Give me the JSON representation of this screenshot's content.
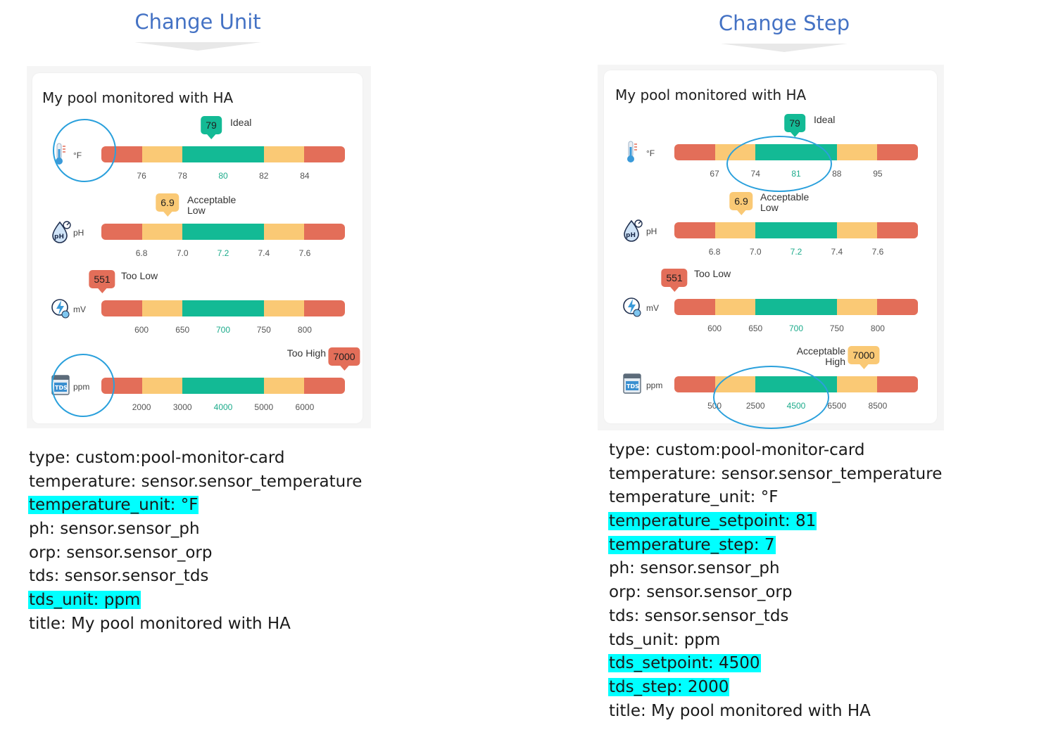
{
  "colors": {
    "red": "#e36e59",
    "yellow": "#fac975",
    "green": "#13ba95",
    "heading": "#4472c4",
    "highlight": "#00ffff",
    "ring": "#2aa0dc"
  },
  "left": {
    "heading": "Change Unit",
    "card_title": "My pool monitored with HA",
    "rows": [
      {
        "icon": "thermometer-icon",
        "unit": "°F",
        "ticks": [
          "76",
          "78",
          "80",
          "82",
          "84"
        ],
        "setpoint_index": 2,
        "badge": "79",
        "badge_color": "green",
        "state": "Ideal",
        "state_line2": ""
      },
      {
        "icon": "ph-drop-icon",
        "unit": "pH",
        "ticks": [
          "6.8",
          "7.0",
          "7.2",
          "7.4",
          "7.6"
        ],
        "setpoint_index": 2,
        "badge": "6.9",
        "badge_color": "yellow",
        "state": "Acceptable",
        "state_line2": "Low"
      },
      {
        "icon": "orp-bolt-icon",
        "unit": "mV",
        "ticks": [
          "600",
          "650",
          "700",
          "750",
          "800"
        ],
        "setpoint_index": 2,
        "badge": "551",
        "badge_color": "red",
        "state": "Too Low",
        "state_line2": ""
      },
      {
        "icon": "tds-meter-icon",
        "unit": "ppm",
        "ticks": [
          "2000",
          "3000",
          "4000",
          "5000",
          "6000"
        ],
        "setpoint_index": 2,
        "badge": "7000",
        "badge_color": "red",
        "state": "Too High",
        "state_line2": ""
      }
    ],
    "yaml": [
      {
        "text": "type: custom:pool-monitor-card",
        "highlight": false
      },
      {
        "text": "temperature: sensor.sensor_temperature",
        "highlight": false
      },
      {
        "text": "temperature_unit: °F",
        "highlight": true
      },
      {
        "text": "ph: sensor.sensor_ph",
        "highlight": false
      },
      {
        "text": "orp: sensor.sensor_orp",
        "highlight": false
      },
      {
        "text": "tds: sensor.sensor_tds",
        "highlight": false
      },
      {
        "text": "tds_unit: ppm",
        "highlight": true
      },
      {
        "text": "title: My pool monitored with HA",
        "highlight": false
      }
    ]
  },
  "right": {
    "heading": "Change Step",
    "card_title": "My pool monitored with HA",
    "rows": [
      {
        "icon": "thermometer-icon",
        "unit": "°F",
        "ticks": [
          "67",
          "74",
          "81",
          "88",
          "95"
        ],
        "setpoint_index": 2,
        "badge": "79",
        "badge_color": "green",
        "state": "Ideal",
        "state_line2": ""
      },
      {
        "icon": "ph-drop-icon",
        "unit": "pH",
        "ticks": [
          "6.8",
          "7.0",
          "7.2",
          "7.4",
          "7.6"
        ],
        "setpoint_index": 2,
        "badge": "6.9",
        "badge_color": "yellow",
        "state": "Acceptable",
        "state_line2": "Low"
      },
      {
        "icon": "orp-bolt-icon",
        "unit": "mV",
        "ticks": [
          "600",
          "650",
          "700",
          "750",
          "800"
        ],
        "setpoint_index": 2,
        "badge": "551",
        "badge_color": "red",
        "state": "Too Low",
        "state_line2": ""
      },
      {
        "icon": "tds-meter-icon",
        "unit": "ppm",
        "ticks": [
          "500",
          "2500",
          "4500",
          "6500",
          "8500"
        ],
        "setpoint_index": 2,
        "badge": "7000",
        "badge_color": "yellow",
        "state": "Acceptable",
        "state_line2": "High"
      }
    ],
    "yaml": [
      {
        "text": "type: custom:pool-monitor-card",
        "highlight": false
      },
      {
        "text": "temperature: sensor.sensor_temperature",
        "highlight": false
      },
      {
        "text": "temperature_unit: °F",
        "highlight": false
      },
      {
        "text": "temperature_setpoint: 81",
        "highlight": true
      },
      {
        "text": "temperature_step: 7",
        "highlight": true
      },
      {
        "text": "ph: sensor.sensor_ph",
        "highlight": false
      },
      {
        "text": "orp: sensor.sensor_orp",
        "highlight": false
      },
      {
        "text": "tds: sensor.sensor_tds",
        "highlight": false
      },
      {
        "text": "tds_unit: ppm",
        "highlight": false
      },
      {
        "text": "tds_setpoint: 4500",
        "highlight": true
      },
      {
        "text": "tds_step: 2000",
        "highlight": true
      },
      {
        "text": "title: My pool monitored with HA",
        "highlight": false
      }
    ]
  }
}
